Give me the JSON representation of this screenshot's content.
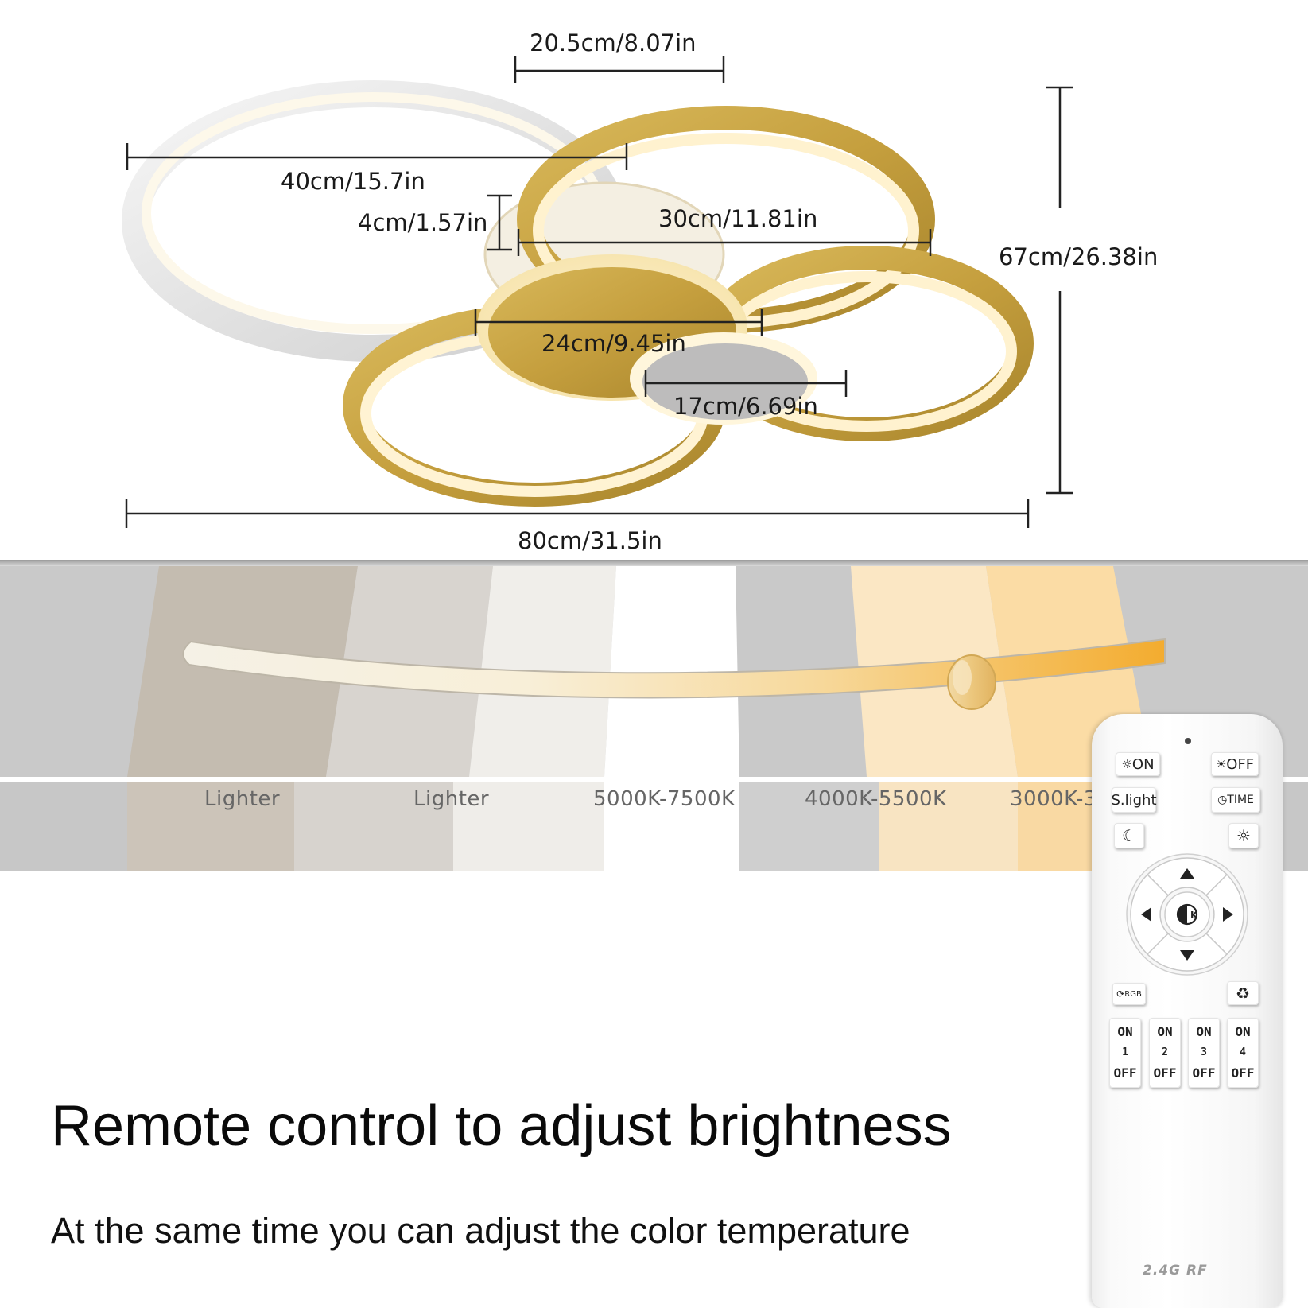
{
  "dimensions": {
    "top_ring_spacing": "20.5cm/8.07in",
    "large_ring": "40cm/15.7in",
    "thickness": "4cm/1.57in",
    "medium_ring": "30cm/11.81in",
    "height_total": "67cm/26.38in",
    "small_ring": "24cm/9.45in",
    "smallest_ring": "17cm/6.69in",
    "width_total": "80cm/31.5in"
  },
  "temperature_labels": [
    "Lighter",
    "Lighter",
    "5000K-7500K",
    "4000K-5500K",
    "3000K-3"
  ],
  "headline": "Remote control to adjust brightness",
  "subline": "At the same time you can adjust the color temperature",
  "remote": {
    "btn_on": "ON",
    "btn_off": "OFF",
    "btn_slight": "S.light",
    "btn_time": "TIME",
    "btn_rgb": "RGB",
    "center_label": "K",
    "channels": [
      {
        "on": "ON",
        "num": "1",
        "off": "OFF"
      },
      {
        "on": "ON",
        "num": "2",
        "off": "OFF"
      },
      {
        "on": "ON",
        "num": "3",
        "off": "OFF"
      },
      {
        "on": "ON",
        "num": "4",
        "off": "OFF"
      }
    ],
    "rf_label": "2.4G RF"
  },
  "colors": {
    "gold": "#c9a445",
    "warm_glow": "#fff6dc",
    "white_ring": "#f4f4f4",
    "slider_warm": "#f5b53c"
  }
}
